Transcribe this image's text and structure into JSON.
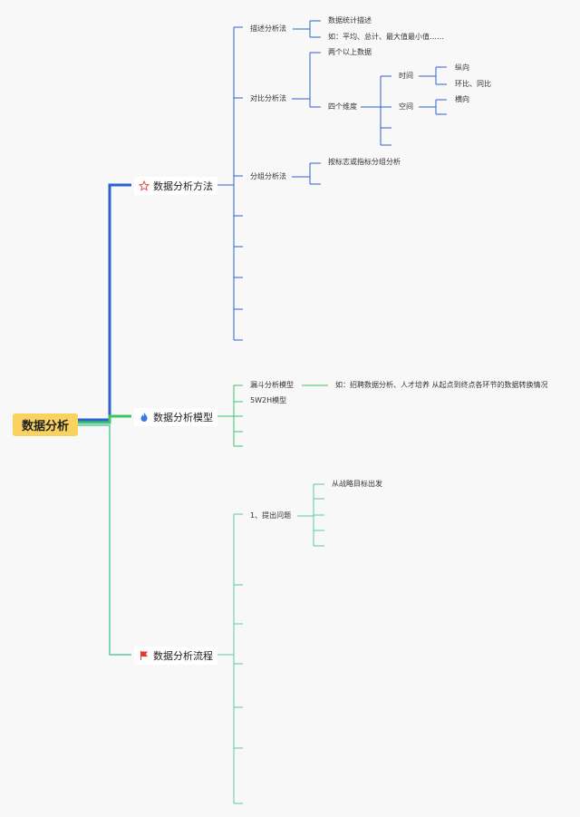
{
  "root": {
    "label": "数据分析"
  },
  "branches": {
    "methods": {
      "label": "数据分析方法",
      "icon": "star-icon",
      "color": "#2f5fd0",
      "children": {
        "describe": {
          "label": "描述分析法",
          "items": [
            "数据统计描述",
            "如：平均、总计、最大值最小值……"
          ]
        },
        "compare": {
          "label": "对比分析法",
          "items": [
            "两个以上数据",
            "四个维度"
          ],
          "dimensions": {
            "time": "时间",
            "time_items": [
              "纵向",
              "环比、同比"
            ],
            "space": "空间",
            "space_items": [
              "横向"
            ]
          }
        },
        "group": {
          "label": "分组分析法",
          "items": [
            "按标志或指标分组分析"
          ]
        }
      }
    },
    "models": {
      "label": "数据分析模型",
      "icon": "fire-icon",
      "color": "#3cc46b",
      "children": {
        "funnel": {
          "label": "漏斗分析模型",
          "note": "如：招聘数据分析、人才培养 从起点到终点各环节的数据转换情况"
        },
        "fivew": {
          "label": "5W2H模型"
        }
      }
    },
    "process": {
      "label": "数据分析流程",
      "icon": "flag-icon",
      "color": "#5cc9a0",
      "children": {
        "problem": {
          "label": "1、提出问题",
          "items": [
            "从战略目标出发"
          ]
        }
      }
    }
  },
  "colors": {
    "root_fill": "#f9d25f",
    "blue": "#2f5fd0",
    "blue_light": "#6b8fe0",
    "green": "#3cc46b",
    "teal": "#5cc9a0",
    "star": "#e05050",
    "fire": "#3a7be0",
    "flag": "#e53b2f"
  }
}
